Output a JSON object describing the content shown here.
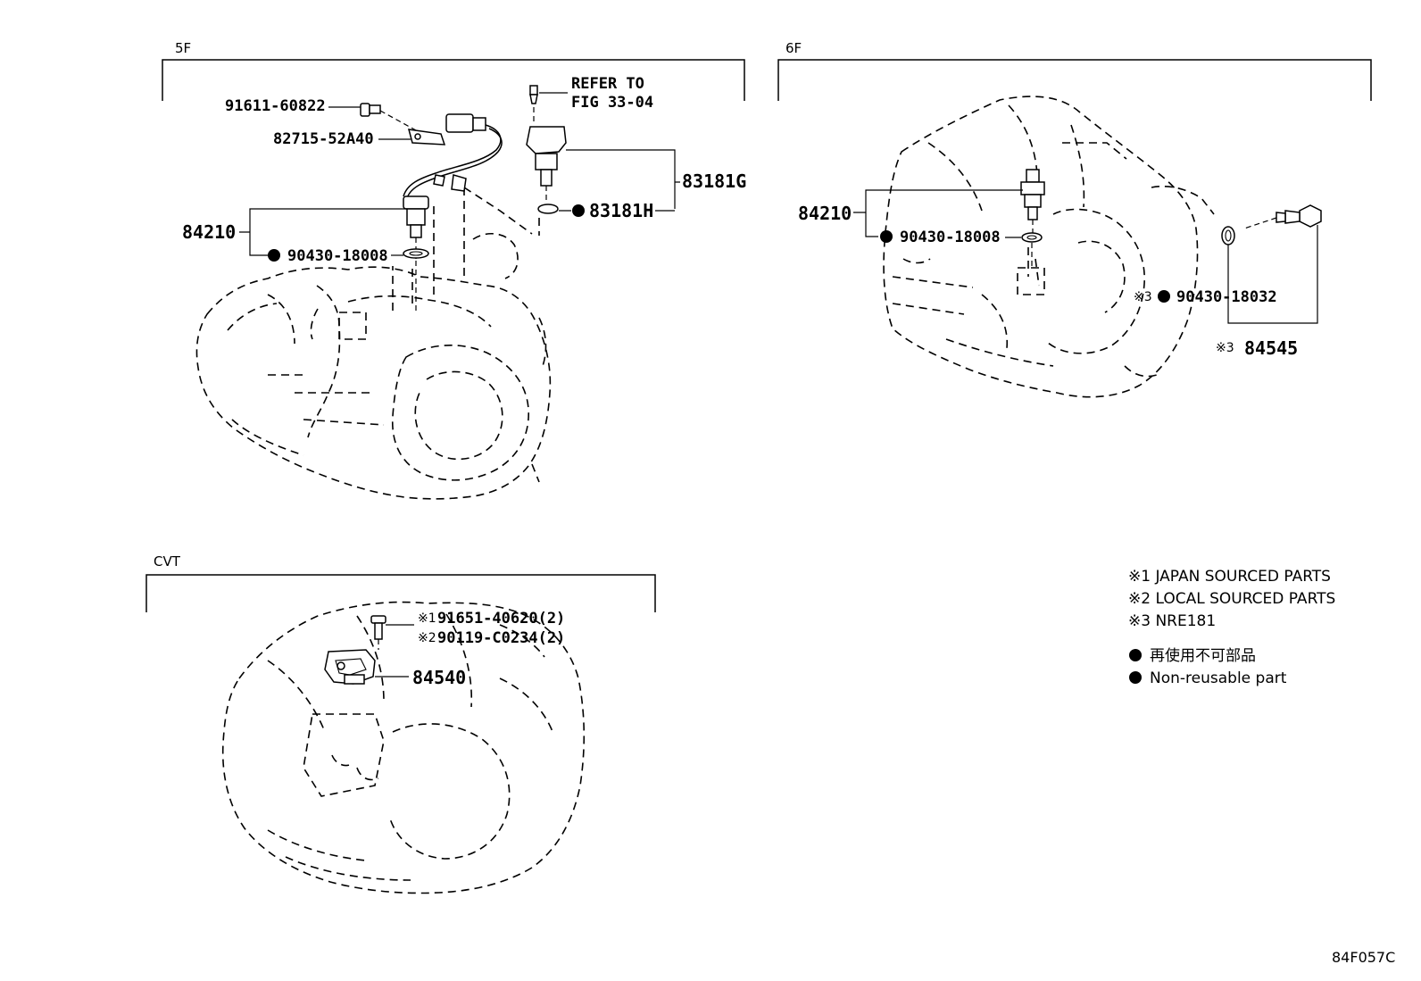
{
  "sections": {
    "five_f": "5F",
    "six_f": "6F",
    "cvt": "CVT"
  },
  "five_f_parts": {
    "bolt": "91611-60822",
    "clamp": "82715-52A40",
    "refer_line1": "REFER TO",
    "refer_line2": "FIG 33-04",
    "sensor_g": "83181G",
    "oring_h": "83181H",
    "switch": "84210",
    "gasket": "90430-18008"
  },
  "six_f_parts": {
    "switch": "84210",
    "gasket": "90430-18008",
    "gasket2_mark": "※3",
    "gasket2": "90430-18032",
    "switch2_mark": "※3",
    "switch2": "84545"
  },
  "cvt_parts": {
    "bolt1_mark": "※1",
    "bolt1": "91651-40620(2)",
    "bolt2_mark": "※2",
    "bolt2": "90119-C0234(2)",
    "sensor": "84540"
  },
  "legend": {
    "note1": "※1 JAPAN SOURCED PARTS",
    "note2": "※2 LOCAL SOURCED PARTS",
    "note3": "※3 NRE181",
    "nonreuse_jp": "再使用不可部品",
    "nonreuse_en": "Non-reusable part"
  },
  "figure_code": "84F057C"
}
